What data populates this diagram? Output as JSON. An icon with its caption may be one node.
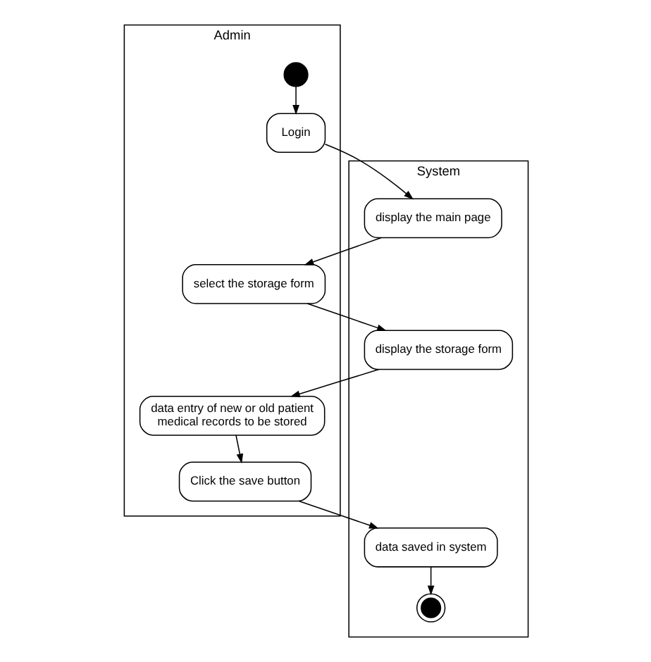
{
  "diagram": {
    "nodes": [
      {
        "text": [
          "Admin"
        ]
      },
      {
        "text": [
          "System"
        ]
      },
      {
        "text": [],
        "shape": "circle",
        "in": 0
      },
      {
        "text": [
          "Login"
        ],
        "in": 0
      },
      {
        "text": [
          "display the main page"
        ],
        "in": 1
      },
      {
        "text": [
          "select the storage form"
        ],
        "in": 0
      },
      {
        "text": [
          "display the storage form"
        ],
        "in": 1
      },
      {
        "text": [
          "data entry of new or old patient medical records to be stored"
        ],
        "in": 0
      },
      {
        "text": [
          "Click the save button"
        ],
        "in": 0
      },
      {
        "text": [
          "data saved in system"
        ],
        "in": 1
      },
      {
        "text": [],
        "shape": "bullseye",
        "in": 1
      }
    ],
    "edges": [
      {
        "from": 2,
        "to": 3,
        "arrow": "to"
      },
      {
        "from": 3,
        "to": 4,
        "arrow": "to"
      },
      {
        "from": 4,
        "to": 5,
        "arrow": "to"
      },
      {
        "from": 5,
        "to": 6,
        "arrow": "to"
      },
      {
        "from": 6,
        "to": 7,
        "arrow": "to"
      },
      {
        "from": 7,
        "to": 8,
        "arrow": "to"
      },
      {
        "from": 8,
        "to": 9,
        "arrow": "to"
      },
      {
        "from": 9,
        "to": 10,
        "arrow": "to"
      }
    ]
  }
}
